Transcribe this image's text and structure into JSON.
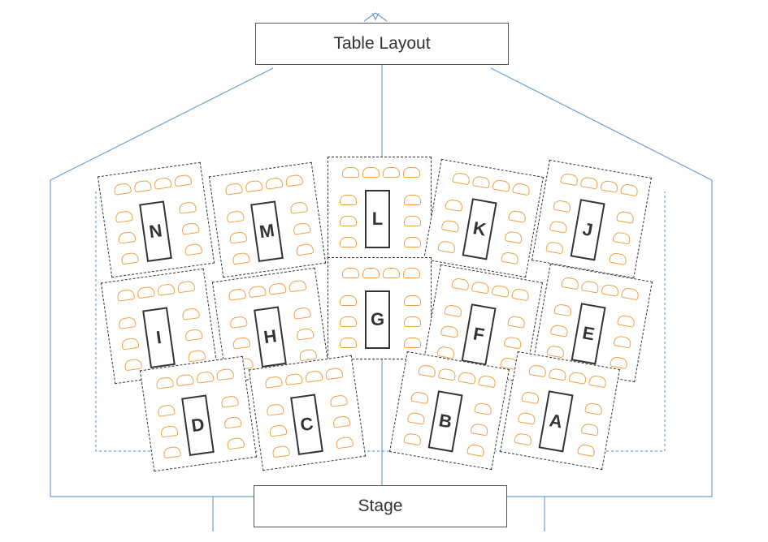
{
  "title": "Table Layout",
  "stage": "Stage",
  "colors": {
    "connector": "#6f9fd1",
    "chair": "#f0a043",
    "table_border": "#333333"
  },
  "tables": [
    {
      "label": "N"
    },
    {
      "label": "M"
    },
    {
      "label": "L"
    },
    {
      "label": "K"
    },
    {
      "label": "J"
    },
    {
      "label": "I"
    },
    {
      "label": "H"
    },
    {
      "label": "G"
    },
    {
      "label": "F"
    },
    {
      "label": "E"
    },
    {
      "label": "D"
    },
    {
      "label": "C"
    },
    {
      "label": "B"
    },
    {
      "label": "A"
    }
  ]
}
